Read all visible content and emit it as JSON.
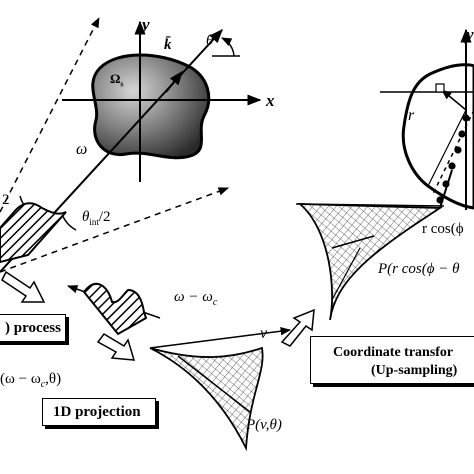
{
  "coordinate_labels": {
    "y_axis": "y",
    "x_axis": "x",
    "k_vector": "k̄",
    "theta": "θ",
    "omega": "ω",
    "object_region": "Ω",
    "object_region_sub": "s",
    "half_angle_left": "2",
    "half_angle": "θ",
    "half_angle_sub": "int",
    "half_angle_tail": "/2",
    "right_y_axis": "y",
    "radius": "r"
  },
  "process_labels": {
    "process_box_partial": ") process",
    "shifted_freq": "ω − ω",
    "shifted_freq_sub": "c",
    "shifted_function_partial": "(ω − ω",
    "shifted_function_sub": "c",
    "shifted_function_tail": ",θ)",
    "projection_box": "1D projection",
    "v_label": "v",
    "projection_function": "P(v,θ)",
    "transform_box_line1": "Coordinate transfor",
    "transform_box_line2": "(Up-sampling)",
    "transform_function": "P(r cos(ϕ − θ",
    "cosine_label": "r cos(ϕ"
  }
}
